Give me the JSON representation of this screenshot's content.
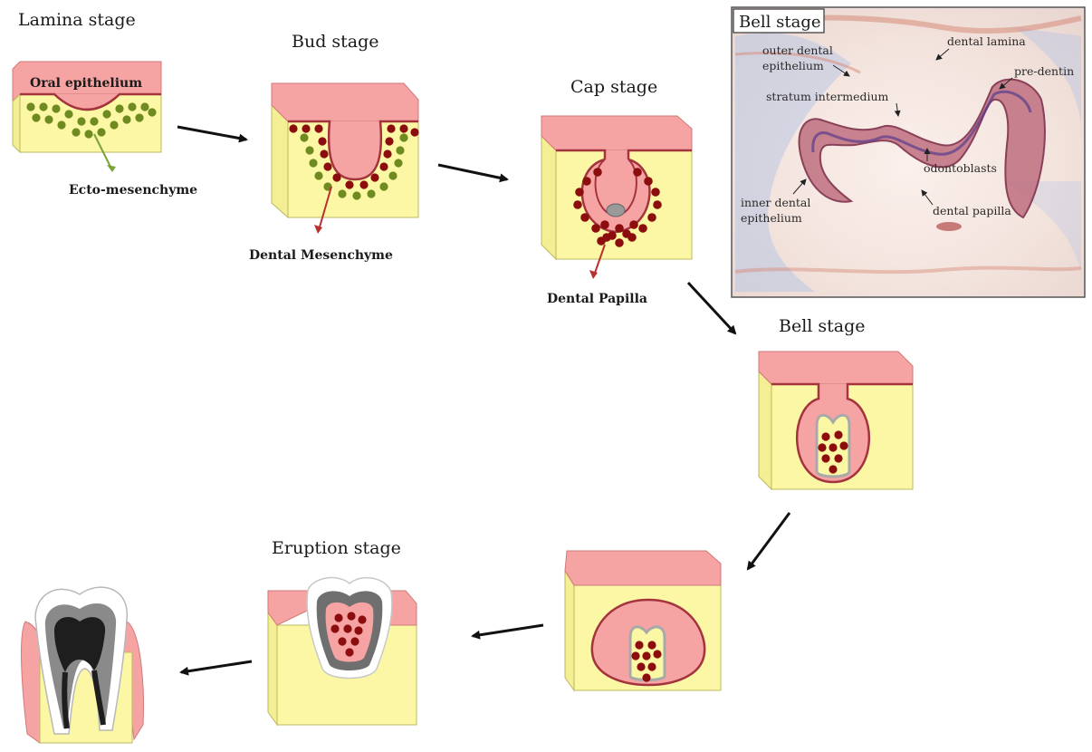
{
  "stages": {
    "lamina": "Lamina stage",
    "bud": "Bud stage",
    "cap": "Cap stage",
    "bell": "Bell stage",
    "eruption": "Eruption stage"
  },
  "labels": {
    "oral_epithelium": "Oral epithelium",
    "ecto_mesenchyme": "Ecto-mesenchyme",
    "dental_mesenchyme": "Dental Mesenchyme",
    "dental_papilla": "Dental Papilla"
  },
  "histology": {
    "title": "Bell stage",
    "outer_dental_1": "outer dental",
    "outer_dental_2": "epithelium",
    "dental_lamina": "dental lamina",
    "pre_dentin": "pre-dentin",
    "stratum_intermedium": "stratum intermedium",
    "odontoblasts": "odontoblasts",
    "inner_dental_1": "inner dental",
    "inner_dental_2": "epithelium",
    "dental_papilla": "dental papilla"
  },
  "colors": {
    "epithelium": "#f6a3a3",
    "epithelium_dark": "#a3343e",
    "mesenchyme": "#fbf7a5",
    "ecto_cell": "#6f8b1f",
    "cell": "#8c0d0d",
    "arrow": "#111111",
    "pointer_green": "#7aa33a",
    "pointer_red": "#b8302e"
  }
}
